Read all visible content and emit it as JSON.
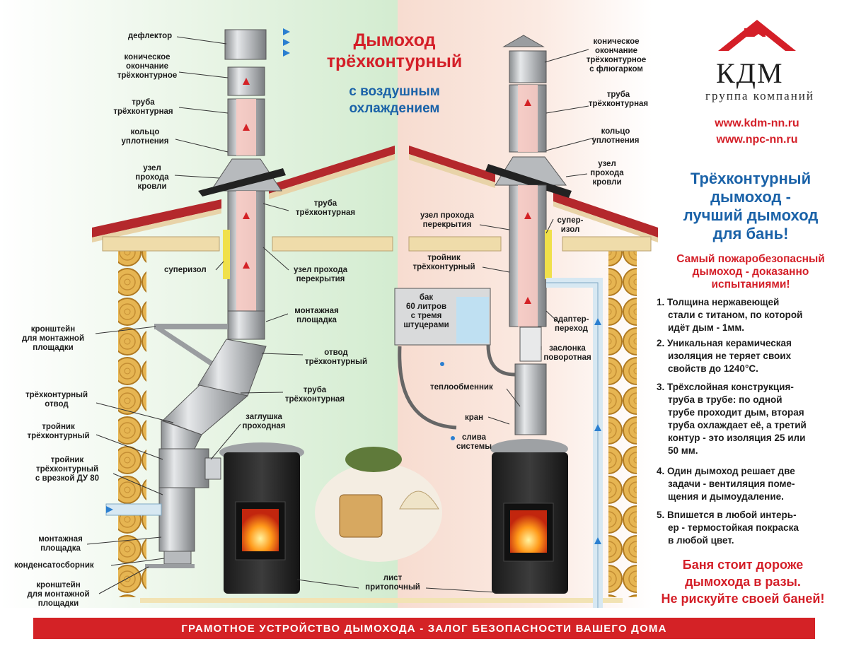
{
  "title": {
    "line1": "Дымоход",
    "line2": "трёхконтурный",
    "sub1": "с воздушным",
    "sub2": "охлаждением"
  },
  "brand": {
    "name": "КДМ",
    "tagline": "группа компаний",
    "url1": "www.kdm-nn.ru",
    "url2": "www.npc-nn.ru",
    "colors": {
      "red": "#d41f28",
      "blue": "#1a62a8"
    }
  },
  "left_labels": {
    "deflector": "дефлектор",
    "conic_end_1": "коническое",
    "conic_end_2": "окончание",
    "conic_end_3": "трёхконтурное",
    "pipe_1": "труба",
    "pipe_2": "трёхконтурная",
    "ring_1": "кольцо",
    "ring_2": "уплотнения",
    "roof_node_1": "узел",
    "roof_node_2": "прохода",
    "roof_node_3": "кровли",
    "pipe2_1": "труба",
    "pipe2_2": "трёхконтурная",
    "superizol": "суперизол",
    "ceiling_node_1": "узел прохода",
    "ceiling_node_2": "перекрытия",
    "platform_1": "монтажная",
    "platform_2": "площадка",
    "bracket_1": "кронштейн",
    "bracket_2": "для монтажной",
    "bracket_3": "площадки",
    "elbow_1": "отвод",
    "elbow_2": "трёхконтурный",
    "pipe3_1": "труба",
    "pipe3_2": "трёхконтурная",
    "elbow_left_1": "трёхконтурный",
    "elbow_left_2": "отвод",
    "plug_1": "заглушка",
    "plug_2": "проходная",
    "tee_1": "тройник",
    "tee_2": "трёхконтурный",
    "tee_ins_1": "тройник",
    "tee_ins_2": "трёхконтурный",
    "tee_ins_3": "с врезкой ДУ 80",
    "platform2_1": "монтажная",
    "platform2_2": "площадка",
    "condensate": "конденсатосборник",
    "bracket2_1": "кронштейн",
    "bracket2_2": "для монтажной",
    "bracket2_3": "площадки",
    "sheet_1": "лист",
    "sheet_2": "притопочный"
  },
  "right_labels": {
    "conic_end_1": "коническое",
    "conic_end_2": "окончание",
    "conic_end_3": "трёхконтурное",
    "conic_end_4": "с флюгарком",
    "pipe_1": "труба",
    "pipe_2": "трёхконтурная",
    "ring_1": "кольцо",
    "ring_2": "уплотнения",
    "roof_node_1": "узел",
    "roof_node_2": "прохода",
    "roof_node_3": "кровли",
    "ceiling_node_1": "узел прохода",
    "ceiling_node_2": "перекрытия",
    "superizol_1": "супер-",
    "superizol_2": "изол",
    "tee_1": "тройник",
    "tee_2": "трёхконтурный",
    "tank_1": "бак",
    "tank_2": "60 литров",
    "tank_3": "с тремя",
    "tank_4": "штуцерами",
    "adapter_1": "адаптер-",
    "adapter_2": "переход",
    "damper_1": "заслонка",
    "damper_2": "поворотная",
    "heat_exchanger": "теплообменник",
    "tap": "кран",
    "drain_1": "слива",
    "drain_2": "системы"
  },
  "right_panel": {
    "heading_1": "Трёхконтурный",
    "heading_2": "дымоход -",
    "heading_3": "лучший дымоход",
    "heading_4": "для бань!",
    "safety_1": "Самый пожаробезопасный",
    "safety_2": "дымоход - доказанно",
    "safety_3": "испытаниями!",
    "p1_1": "1. Толщина нержавеющей",
    "p1_2": "стали с титаном, по которой",
    "p1_3": "идёт дым - 1мм.",
    "p2_1": "2. Уникальная керамическая",
    "p2_2": "изоляция не теряет своих",
    "p2_3": "свойств до 1240°С.",
    "p3_1": "3. Трёхслойная конструкция-",
    "p3_2": "труба в трубе: по одной",
    "p3_3": "трубе проходит дым, вторая",
    "p3_4": "труба охлаждает её, а третий",
    "p3_5": "контур - это изоляция 25 или",
    "p3_6": "50 мм.",
    "p4_1": "4. Один дымоход решает две",
    "p4_2": "задачи - вентиляция поме-",
    "p4_3": "щения и дымоудаление.",
    "p5_1": "5. Впишется в любой интерь-",
    "p5_2": "ер - термостойкая покраска",
    "p5_3": "в любой цвет.",
    "cta_1": "Баня стоит дороже",
    "cta_2": "дымохода в разы.",
    "cta_3": "Не рискуйте своей баней!"
  },
  "footer": "ГРАМОТНОЕ УСТРОЙСТВО ДЫМОХОДА - ЗАЛОГ БЕЗОПАСНОСТИ ВАШЕГО ДОМА"
}
